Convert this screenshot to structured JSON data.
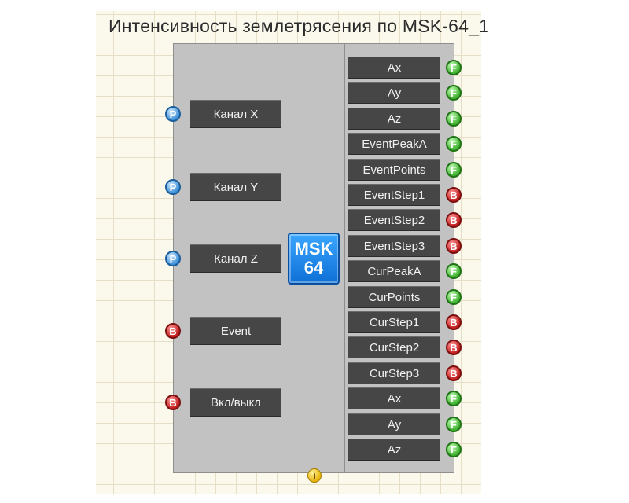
{
  "title": "Интенсивность землетрясения по MSK-64_1",
  "block": {
    "icon_line1": "MSK",
    "icon_line2": "64",
    "bottom_pin": "i"
  },
  "inputs": [
    {
      "pin": "P",
      "label": "Канал X"
    },
    {
      "pin": "P",
      "label": "Канал Y"
    },
    {
      "pin": "P",
      "label": "Канал Z"
    },
    {
      "pin": "B",
      "label": "Event"
    },
    {
      "pin": "B",
      "label": "Вкл/выкл"
    }
  ],
  "outputs": [
    {
      "pin": "F",
      "label": "Ax"
    },
    {
      "pin": "F",
      "label": "Ay"
    },
    {
      "pin": "F",
      "label": "Az"
    },
    {
      "pin": "F",
      "label": "EventPeakA"
    },
    {
      "pin": "F",
      "label": "EventPoints"
    },
    {
      "pin": "B",
      "label": "EventStep1"
    },
    {
      "pin": "B",
      "label": "EventStep2"
    },
    {
      "pin": "B",
      "label": "EventStep3"
    },
    {
      "pin": "F",
      "label": "CurPeakA"
    },
    {
      "pin": "F",
      "label": "CurPoints"
    },
    {
      "pin": "B",
      "label": "CurStep1"
    },
    {
      "pin": "B",
      "label": "CurStep2"
    },
    {
      "pin": "B",
      "label": "CurStep3"
    },
    {
      "pin": "F",
      "label": "Ax"
    },
    {
      "pin": "F",
      "label": "Ay"
    },
    {
      "pin": "F",
      "label": "Az"
    }
  ],
  "colors": {
    "pin_P": "#3d90d8",
    "pin_B": "#c31f1f",
    "pin_F": "#3fb02f",
    "pin_i": "#e8b40c",
    "block_body": "#c2c2c2",
    "label_bg": "#464646",
    "icon_bg": "#1f86ea"
  }
}
